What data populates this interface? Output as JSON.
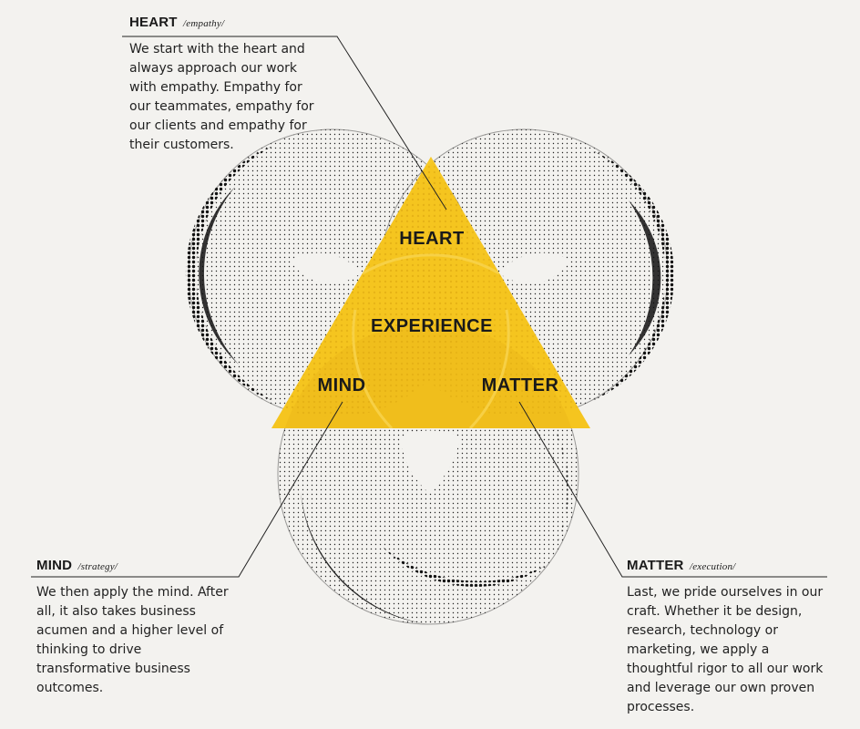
{
  "center_labels": {
    "heart": "HEART",
    "experience": "EXPERIENCE",
    "mind": "MIND",
    "matter": "MATTER"
  },
  "callouts": {
    "heart": {
      "title": "HEART",
      "subtitle": "/empathy/",
      "body": "We start with the heart and always approach our work with empathy. Empathy for our teammates, empathy for our clients and empathy for their customers."
    },
    "mind": {
      "title": "MIND",
      "subtitle": "/strategy/",
      "body": "We then apply the mind. After all, it also takes business acumen and a higher level of thinking to drive transformative business outcomes."
    },
    "matter": {
      "title": "MATTER",
      "subtitle": "/execution/",
      "body": "Last, we pride ourselves in our craft. Whether it be design, research, technology or marketing, we apply a thoughtful rigor to all our work and leverage our own proven processes."
    }
  },
  "colors": {
    "accent": "#f5c51f",
    "accent_dark": "#e3ad14",
    "ink": "#1a1a1a",
    "background": "#f3f2ef"
  }
}
